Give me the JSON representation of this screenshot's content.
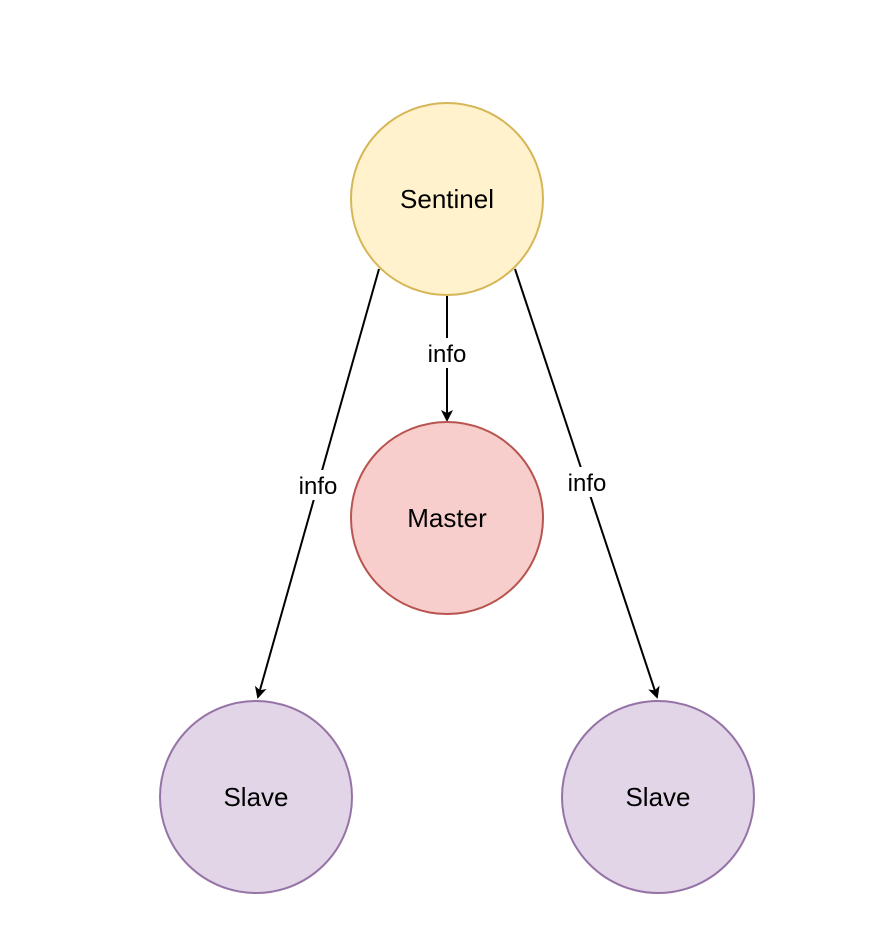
{
  "nodes": {
    "sentinel": {
      "label": "Sentinel",
      "fill": "#fff2cc",
      "stroke": "#d6b656"
    },
    "master": {
      "label": "Master",
      "fill": "#f8cecc",
      "stroke": "#b85450"
    },
    "slave_left": {
      "label": "Slave",
      "fill": "#e1d5e7",
      "stroke": "#9673a6"
    },
    "slave_right": {
      "label": "Slave",
      "fill": "#e1d5e7",
      "stroke": "#9673a6"
    }
  },
  "edges": {
    "to_master": {
      "label": "info",
      "from": "Sentinel",
      "to": "Master"
    },
    "to_slave_left": {
      "label": "info",
      "from": "Sentinel",
      "to": "Slave"
    },
    "to_slave_right": {
      "label": "info",
      "from": "Sentinel",
      "to": "Slave"
    }
  },
  "colors": {
    "edge": "#000000",
    "background": "#ffffff"
  }
}
